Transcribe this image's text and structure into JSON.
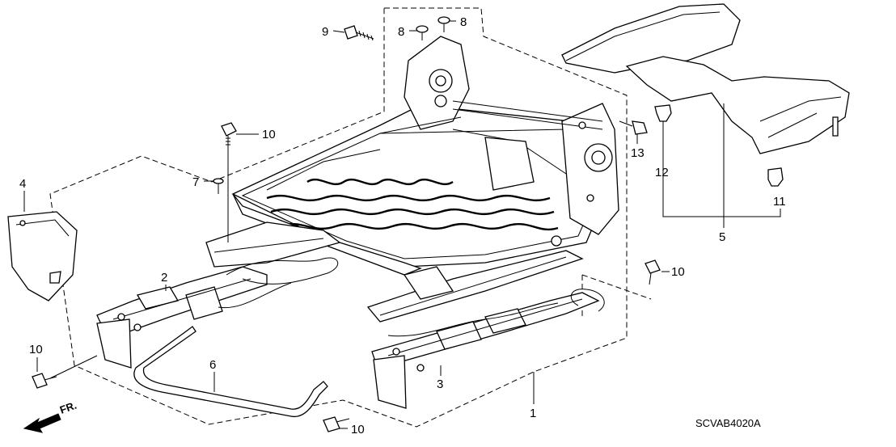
{
  "diagram": {
    "code": "SCVAB4020A",
    "front_label": "FR.",
    "callouts": {
      "c1": "1",
      "c2": "2",
      "c3": "3",
      "c4": "4",
      "c5": "5",
      "c6": "6",
      "c7": "7",
      "c8a": "8",
      "c8b": "8",
      "c9": "9",
      "c10a": "10",
      "c10b": "10",
      "c10c": "10",
      "c10d": "10",
      "c11": "11",
      "c12": "12",
      "c13": "13"
    }
  }
}
